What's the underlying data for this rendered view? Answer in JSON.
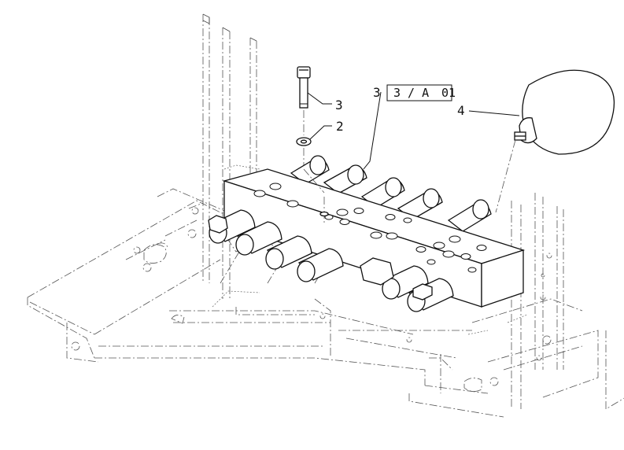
{
  "diagram": {
    "callouts": {
      "bolt": "3",
      "washer": "2",
      "valve_block_ref": "3",
      "accumulator": "4"
    },
    "ref_box": {
      "prefix": "3",
      "text": "3 / A",
      "number": "01"
    }
  }
}
